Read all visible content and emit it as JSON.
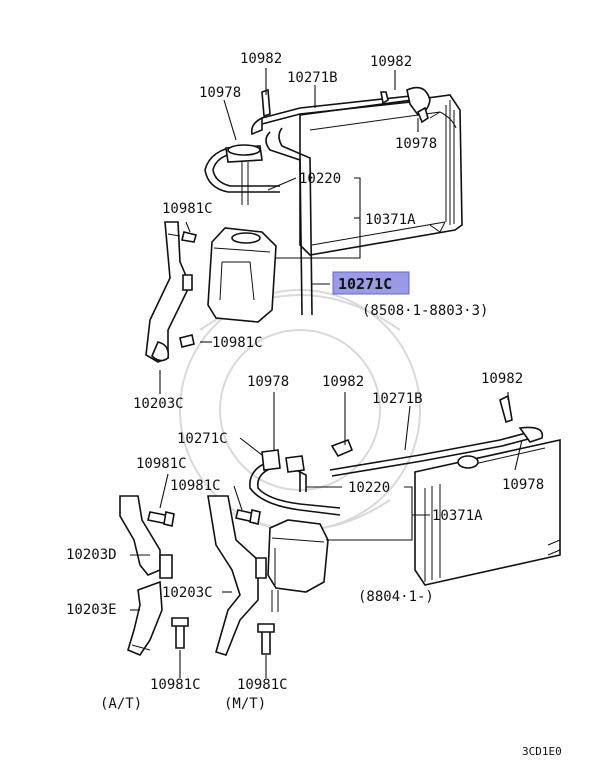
{
  "top_section": {
    "labels": {
      "clamp_top_left": "10982",
      "hose_top": "10271B",
      "clamp_top_right": "10982",
      "clip_left": "10978",
      "clip_right": "10978",
      "hose_mid": "10220",
      "tank": "10371A",
      "bolt_upper": "10981C",
      "hose_highlight": "10271C",
      "bolt_lower": "10981C",
      "bracket": "10203C"
    },
    "date_range": "(8508·1-8803·3)"
  },
  "bottom_section": {
    "labels": {
      "clip_left": "10978",
      "clamp_mid": "10982",
      "clamp_right": "10982",
      "hose_top": "10271B",
      "hose_c": "10271C",
      "bolt_top": "10981C",
      "bolt_mid": "10981C",
      "hose_mid": "10220",
      "clip_right": "10978",
      "tank": "10371A",
      "bracket_d": "10203D",
      "bracket_c": "10203C",
      "bracket_e": "10203E",
      "bolt_at": "10981C",
      "bolt_mt": "10981C"
    },
    "date_range": "(8804·1-)",
    "variant_at": "(A/T)",
    "variant_mt": "(M/T)"
  },
  "diagram_code": "3CD1E0",
  "highlight_color": "#9a9ae6"
}
